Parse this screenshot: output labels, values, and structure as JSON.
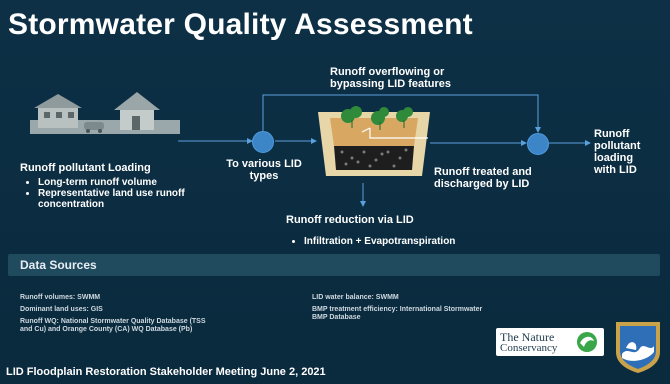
{
  "title": "Stormwater Quality Assessment",
  "flow": {
    "bypass_label_line1": "Runoff overflowing or",
    "bypass_label_line2": "bypassing LID features",
    "loading_title": "Runoff pollutant Loading",
    "loading_bullets": [
      "Long-term runoff volume",
      "Representative land use runoff concentration"
    ],
    "to_lid_line1": "To various LID",
    "to_lid_line2": "types",
    "treated_line1": "Runoff treated and",
    "treated_line2": "discharged by LID",
    "output_lines": [
      "Runoff",
      "pollutant",
      "loading",
      "with LID"
    ],
    "reduction_title": "Runoff reduction via LID",
    "reduction_bullet": "Infiltration + Evapotranspiration"
  },
  "data_sources": {
    "header": "Data Sources",
    "left": [
      "Runoff volumes: SWMM",
      "Dominant land uses: GIS",
      "Runoff WQ:  National Stormwater Quality Database (TSS",
      "and Cu) and Orange County (CA) WQ Database (Pb)"
    ],
    "right": [
      "LID water balance: SWMM",
      "BMP treatment efficiency: International Stormwater",
      "BMP Database"
    ]
  },
  "logos": {
    "tnc_line1": "The Nature",
    "tnc_line2": "Conservancy"
  },
  "footer": "LID Floodplain Restoration Stakeholder Meeting June 2, 2021",
  "colors": {
    "background": "#0b2b3f",
    "node": "#3c86c8",
    "line": "#5aa0dc"
  }
}
